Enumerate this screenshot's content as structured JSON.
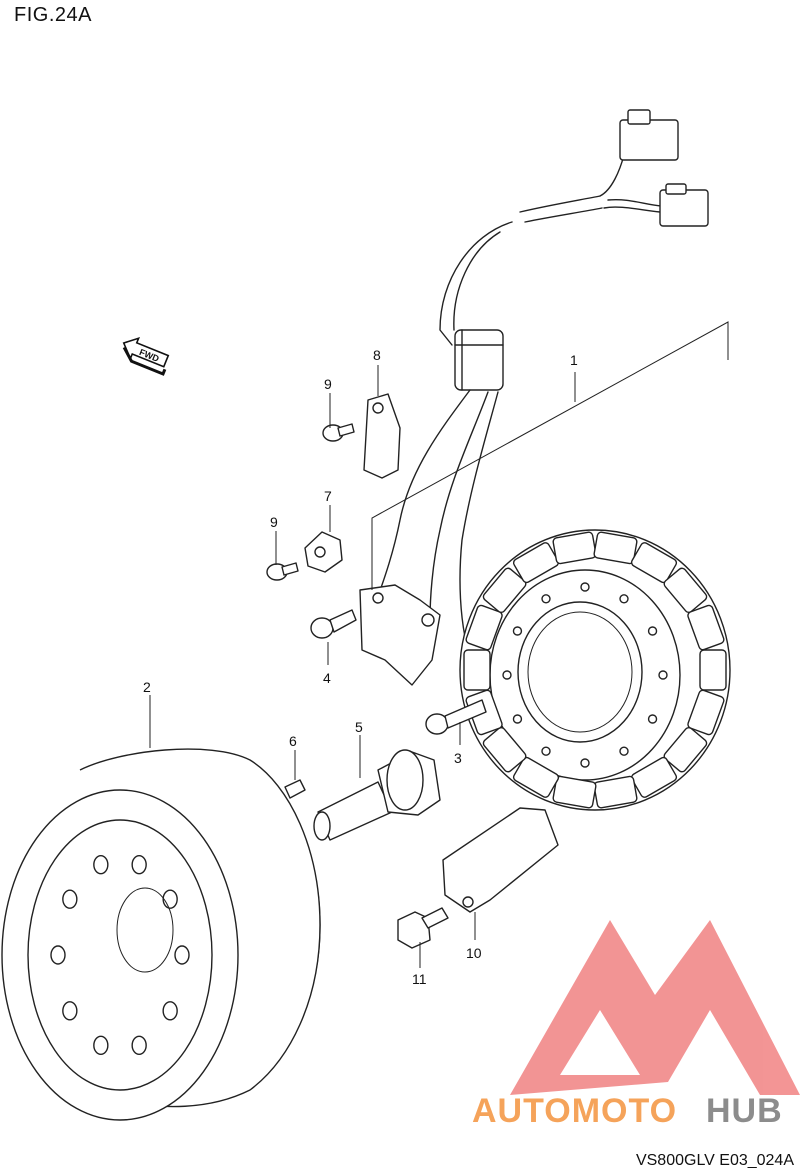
{
  "figure": {
    "title": "FIG.24A",
    "code": "VS800GLV E03_024A"
  },
  "direction_marker": {
    "label": "FWD",
    "icon": "fwd-arrow-icon"
  },
  "callouts": [
    "1",
    "2",
    "3",
    "4",
    "5",
    "6",
    "7",
    "8",
    "9",
    "9",
    "10",
    "11"
  ],
  "watermark": {
    "prefix": "AUTOMOTO",
    "suffix": "HUB",
    "prefix_color": "#f5a35a",
    "suffix_color": "#8c8c8c",
    "logo_color": "#f07a7a"
  }
}
